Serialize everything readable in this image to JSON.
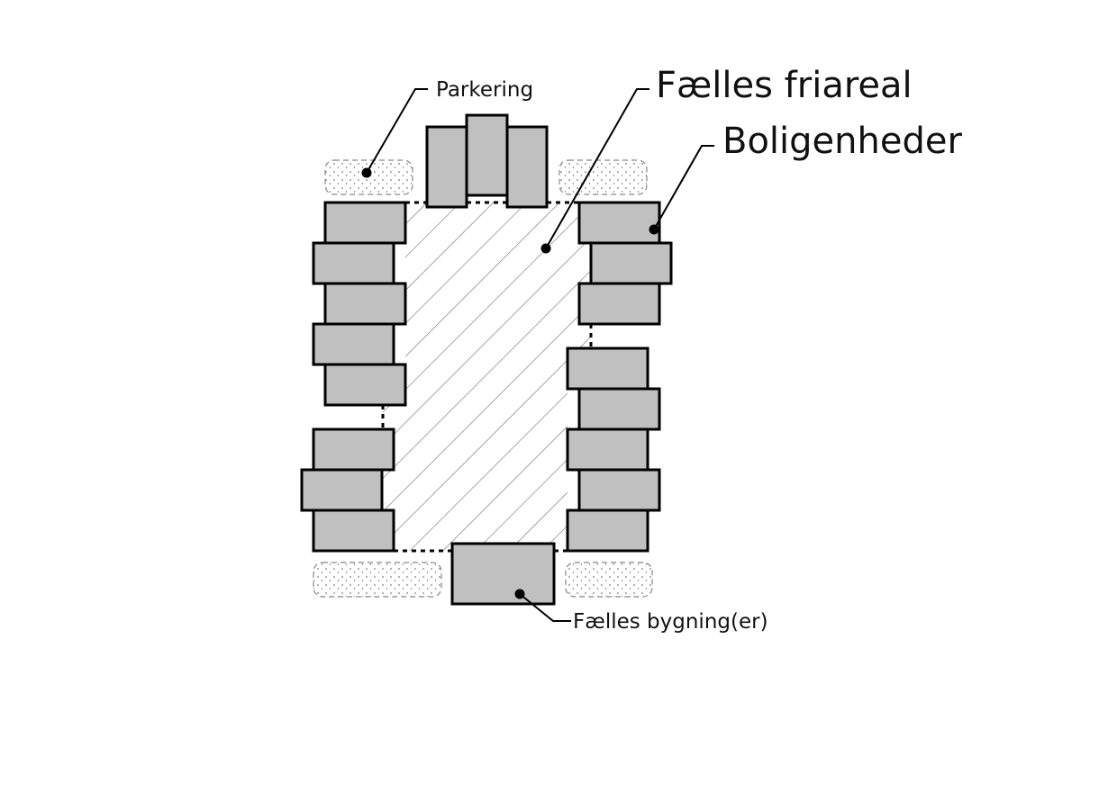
{
  "diagram": {
    "type": "site-plan",
    "labels": {
      "parking": "Parkering",
      "common_open_space": "Fælles friareal",
      "dwellings": "Boligenheder",
      "common_buildings": "Fælles bygning(er)"
    },
    "legend_elements": [
      {
        "id": "parking",
        "pattern": "dotted",
        "count": 4
      },
      {
        "id": "common_open_space",
        "pattern": "diagonal-hatch",
        "count": 1
      },
      {
        "id": "dwellings",
        "pattern": "solid-grey",
        "count": 19
      },
      {
        "id": "common_buildings",
        "pattern": "solid-grey",
        "count": 1
      }
    ],
    "colors": {
      "building_fill": "#c0c0c0",
      "outline": "#000000",
      "hatch": "#777777"
    }
  }
}
